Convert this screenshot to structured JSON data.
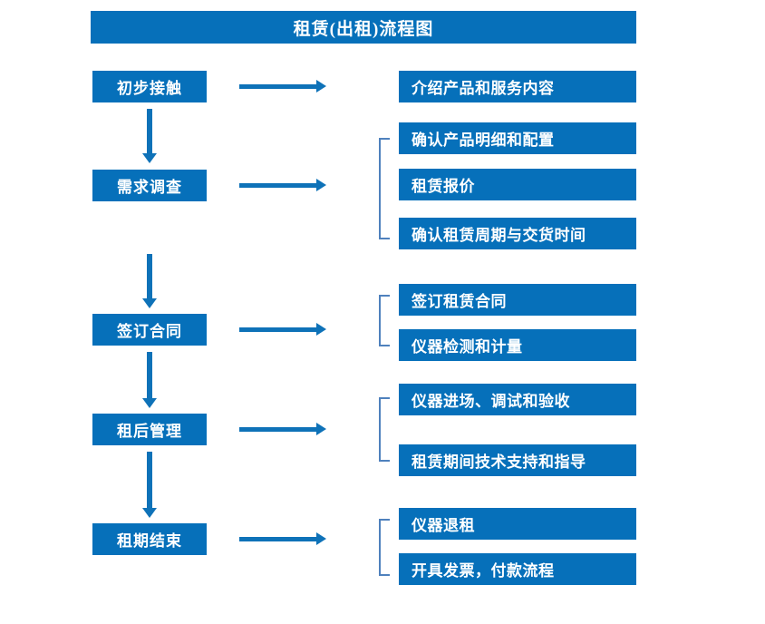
{
  "diagram": {
    "title": "租赁(出租)流程图",
    "accent_color": "#0670BA",
    "bracket_color": "#4F81BD",
    "arrow_color": "#0E72B8",
    "text_color": "#FFFFFF",
    "background_color": "#FFFFFF"
  },
  "stages": [
    {
      "label": "初步接触"
    },
    {
      "label": "需求调查"
    },
    {
      "label": "签订合同"
    },
    {
      "label": "租后管理"
    },
    {
      "label": "租期结束"
    }
  ],
  "details": [
    {
      "label": "介绍产品和服务内容"
    },
    {
      "label": "确认产品明细和配置"
    },
    {
      "label": "租赁报价"
    },
    {
      "label": "确认租赁周期与交货时间"
    },
    {
      "label": "签订租赁合同"
    },
    {
      "label": "仪器检测和计量"
    },
    {
      "label": "仪器进场、调试和验收"
    },
    {
      "label": "租赁期间技术支持和指导"
    },
    {
      "label": "仪器退租"
    },
    {
      "label": "开具发票，付款流程"
    }
  ],
  "chart_data": {
    "type": "diagram",
    "title": "租赁(出租)流程图",
    "nodes": [
      {
        "id": "stage-1",
        "label": "初步接触",
        "column": "left"
      },
      {
        "id": "stage-2",
        "label": "需求调查",
        "column": "left"
      },
      {
        "id": "stage-3",
        "label": "签订合同",
        "column": "left"
      },
      {
        "id": "stage-4",
        "label": "租后管理",
        "column": "left"
      },
      {
        "id": "stage-5",
        "label": "租期结束",
        "column": "left"
      },
      {
        "id": "detail-1",
        "label": "介绍产品和服务内容",
        "column": "right"
      },
      {
        "id": "detail-2",
        "label": "确认产品明细和配置",
        "column": "right"
      },
      {
        "id": "detail-3",
        "label": "租赁报价",
        "column": "right"
      },
      {
        "id": "detail-4",
        "label": "确认租赁周期与交货时间",
        "column": "right"
      },
      {
        "id": "detail-5",
        "label": "签订租赁合同",
        "column": "right"
      },
      {
        "id": "detail-6",
        "label": "仪器检测和计量",
        "column": "right"
      },
      {
        "id": "detail-7",
        "label": "仪器进场、调试和验收",
        "column": "right"
      },
      {
        "id": "detail-8",
        "label": "租赁期间技术支持和指导",
        "column": "right"
      },
      {
        "id": "detail-9",
        "label": "仪器退租",
        "column": "right"
      },
      {
        "id": "detail-10",
        "label": "开具发票，付款流程",
        "column": "right"
      }
    ],
    "edges": [
      {
        "from": "stage-1",
        "to": "stage-2",
        "type": "down-arrow"
      },
      {
        "from": "stage-2",
        "to": "stage-3",
        "type": "down-arrow"
      },
      {
        "from": "stage-3",
        "to": "stage-4",
        "type": "down-arrow"
      },
      {
        "from": "stage-4",
        "to": "stage-5",
        "type": "down-arrow"
      },
      {
        "from": "stage-1",
        "to": "detail-1",
        "type": "right-arrow"
      },
      {
        "from": "stage-2",
        "to": "detail-2",
        "type": "right-arrow"
      },
      {
        "from": "stage-3",
        "to": "detail-5",
        "type": "right-arrow"
      },
      {
        "from": "stage-4",
        "to": "detail-7",
        "type": "right-arrow"
      },
      {
        "from": "stage-5",
        "to": "detail-9",
        "type": "right-arrow"
      }
    ],
    "groups": [
      {
        "members": [
          "detail-2",
          "detail-3",
          "detail-4"
        ]
      },
      {
        "members": [
          "detail-5",
          "detail-6"
        ]
      },
      {
        "members": [
          "detail-7",
          "detail-8"
        ]
      },
      {
        "members": [
          "detail-9",
          "detail-10"
        ]
      }
    ]
  }
}
